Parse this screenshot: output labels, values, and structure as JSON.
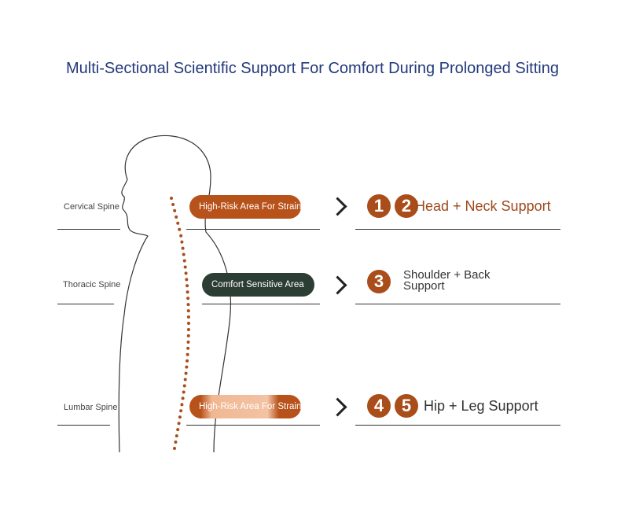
{
  "title": "Multi-Sectional Scientific Support For Comfort During Prolonged Sitting",
  "rows": [
    {
      "spine": "Cervical Spine",
      "tag": "High-Risk Area For Strain",
      "numbers": [
        "1",
        "2"
      ],
      "support": "Head + Neck Support"
    },
    {
      "spine": "Thoracic Spine",
      "tag": "Comfort Sensitive Area",
      "numbers": [
        "3"
      ],
      "support_line1": "Shoulder + Back",
      "support_line2": "Support"
    },
    {
      "spine": "Lumbar Spine",
      "tag": "High-Risk Area For Strain",
      "numbers": [
        "4",
        "5"
      ],
      "support": "Hip + Leg Support"
    }
  ],
  "colors": {
    "title": "#23397a",
    "orange": "#b8521b",
    "green": "#2c3d33"
  }
}
